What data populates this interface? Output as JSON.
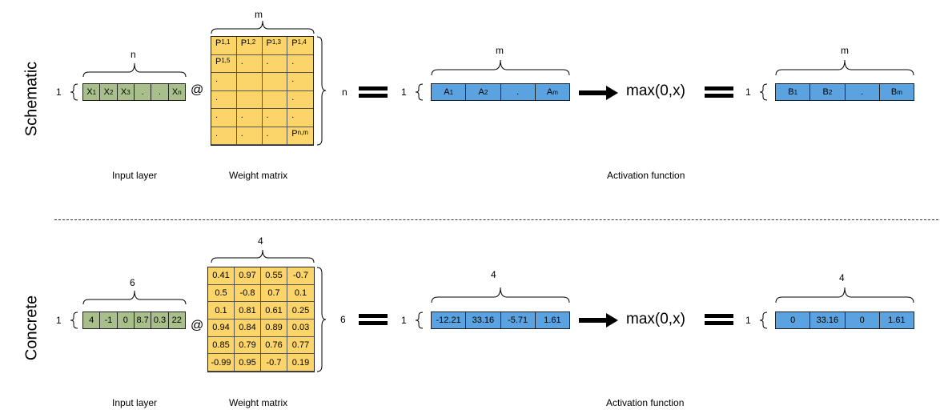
{
  "sections": {
    "schematic": {
      "label": "Schematic",
      "input": {
        "rows_label": "1",
        "cols_label": "n",
        "cells": [
          {
            "main": "X",
            "sub": "1"
          },
          {
            "main": "X",
            "sub": "2"
          },
          {
            "main": "X",
            "sub": "3"
          },
          {
            "main": ".",
            "sub": ""
          },
          {
            "main": ".",
            "sub": ""
          },
          {
            "main": "X",
            "sub": "n"
          }
        ],
        "caption": "Input layer"
      },
      "operator": "@",
      "weights": {
        "cols_label": "m",
        "rows_label": "n",
        "cells": [
          {
            "main": "P",
            "sub": "1,1"
          },
          {
            "main": "P",
            "sub": "1,2"
          },
          {
            "main": "P",
            "sub": "1,3"
          },
          {
            "main": "P",
            "sub": "1,4"
          },
          {
            "main": "P",
            "sub": "1,5"
          },
          {
            "main": ".",
            "sub": ""
          },
          {
            "main": ".",
            "sub": ""
          },
          {
            "main": ".",
            "sub": ""
          },
          {
            "main": ".",
            "sub": ""
          },
          {
            "main": "",
            "sub": ""
          },
          {
            "main": "",
            "sub": ""
          },
          {
            "main": ".",
            "sub": ""
          },
          {
            "main": ".",
            "sub": ""
          },
          {
            "main": "",
            "sub": ""
          },
          {
            "main": "",
            "sub": ""
          },
          {
            "main": ".",
            "sub": ""
          },
          {
            "main": ".",
            "sub": ""
          },
          {
            "main": ".",
            "sub": ""
          },
          {
            "main": ".",
            "sub": ""
          },
          {
            "main": ".",
            "sub": ""
          },
          {
            "main": ".",
            "sub": ""
          },
          {
            "main": ".",
            "sub": ""
          },
          {
            "main": ".",
            "sub": ""
          },
          {
            "main": "P",
            "sub": "n,m"
          }
        ],
        "caption": "Weight matrix"
      },
      "product": {
        "rows_label": "1",
        "cols_label": "m",
        "cells": [
          {
            "main": "A",
            "sub": "1"
          },
          {
            "main": "A",
            "sub": "2"
          },
          {
            "main": ".",
            "sub": ""
          },
          {
            "main": "A",
            "sub": "m"
          }
        ]
      },
      "activation": {
        "text": "max(0,x)",
        "caption": "Activation function"
      },
      "output": {
        "rows_label": "1",
        "cols_label": "m",
        "cells": [
          {
            "main": "B",
            "sub": "1"
          },
          {
            "main": "B",
            "sub": "2"
          },
          {
            "main": ".",
            "sub": ""
          },
          {
            "main": "B",
            "sub": "m"
          }
        ]
      }
    },
    "concrete": {
      "label": "Concrete",
      "input": {
        "rows_label": "1",
        "cols_label": "6",
        "cells": [
          {
            "main": "4",
            "sub": ""
          },
          {
            "main": "-1",
            "sub": ""
          },
          {
            "main": "0",
            "sub": ""
          },
          {
            "main": "8.7",
            "sub": ""
          },
          {
            "main": "0.3",
            "sub": ""
          },
          {
            "main": "22",
            "sub": ""
          }
        ],
        "caption": "Input layer"
      },
      "operator": "@",
      "weights": {
        "cols_label": "4",
        "rows_label": "6",
        "cells": [
          {
            "main": "0.41",
            "sub": ""
          },
          {
            "main": "0.97",
            "sub": ""
          },
          {
            "main": "0.55",
            "sub": ""
          },
          {
            "main": "-0.7",
            "sub": ""
          },
          {
            "main": "0.5",
            "sub": ""
          },
          {
            "main": "-0.8",
            "sub": ""
          },
          {
            "main": "0.7",
            "sub": ""
          },
          {
            "main": "0.1",
            "sub": ""
          },
          {
            "main": "0.1",
            "sub": ""
          },
          {
            "main": "0.81",
            "sub": ""
          },
          {
            "main": "0.61",
            "sub": ""
          },
          {
            "main": "0.25",
            "sub": ""
          },
          {
            "main": "0.94",
            "sub": ""
          },
          {
            "main": "0.84",
            "sub": ""
          },
          {
            "main": "0.89",
            "sub": ""
          },
          {
            "main": "0.03",
            "sub": ""
          },
          {
            "main": "0.85",
            "sub": ""
          },
          {
            "main": "0.79",
            "sub": ""
          },
          {
            "main": "0.76",
            "sub": ""
          },
          {
            "main": "0.77",
            "sub": ""
          },
          {
            "main": "-0.99",
            "sub": ""
          },
          {
            "main": "0.95",
            "sub": ""
          },
          {
            "main": "-0.7",
            "sub": ""
          },
          {
            "main": "0.19",
            "sub": ""
          }
        ],
        "caption": "Weight matrix"
      },
      "product": {
        "rows_label": "1",
        "cols_label": "4",
        "cells": [
          {
            "main": "-12.21",
            "sub": ""
          },
          {
            "main": "33.16",
            "sub": ""
          },
          {
            "main": "-5.71",
            "sub": ""
          },
          {
            "main": "1.61",
            "sub": ""
          }
        ]
      },
      "activation": {
        "text": "max(0,x)",
        "caption": "Activation function"
      },
      "output": {
        "rows_label": "1",
        "cols_label": "4",
        "cells": [
          {
            "main": "0",
            "sub": ""
          },
          {
            "main": "33.16",
            "sub": ""
          },
          {
            "main": "0",
            "sub": ""
          },
          {
            "main": "1.61",
            "sub": ""
          }
        ]
      }
    }
  },
  "colors": {
    "input": "#a9bf8b",
    "weights": "#fbd46a",
    "product": "#5aa3e0",
    "output": "#5aa3e0"
  }
}
